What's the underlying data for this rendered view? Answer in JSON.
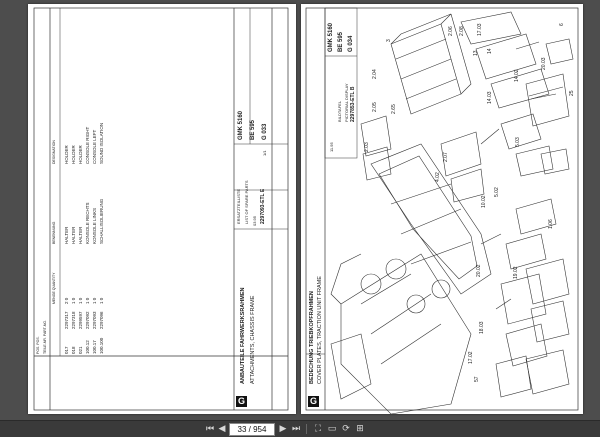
{
  "left_page": {
    "header_labels": [
      "POS. POS.",
      "TEILE-NR. PART-NO.",
      "MENGE QUANTITY",
      "BENENNUNG",
      "DESIGNATION"
    ],
    "rows": [
      {
        "pos": "017",
        "part": "2297317",
        "qty": "2 0",
        "de": "HALTER",
        "en": "HOLDER"
      },
      {
        "pos": "018",
        "part": "2297318",
        "qty": "1 0",
        "de": "HALTER",
        "en": "HOLDER"
      },
      {
        "pos": "021",
        "part": "2299597",
        "qty": "1 0",
        "de": "HALTER",
        "en": "HOLDER"
      },
      {
        "pos": "100.12",
        "part": "2297092",
        "qty": "1 0",
        "de": "KONSOLE RECHTS",
        "en": "CONSOLE RIGHT"
      },
      {
        "pos": "100.17",
        "part": "2297093",
        "qty": "1 0",
        "de": "KONSOLE LINKS",
        "en": "CONSOLE LEFT"
      },
      {
        "pos": "100.100",
        "part": "2297096",
        "qty": "1 0",
        "de": "SCHALLISOLIERUNG",
        "en": "SOUND ISOLATION"
      }
    ],
    "title_de": "ANBAUTEILE FAHRWERKSRAHMEN",
    "title_en": "ATTACHMENTS, CHASSIS FRAME",
    "tb_list_de": "ERSATZTEILLISTE",
    "tb_list_en": "LIST OF SPARE PARTS",
    "tb_doc": "2297093-ETL  E",
    "tb_date": "03.95",
    "tb_sheet": "1/1",
    "tb_model": "GMK 5160",
    "tb_variant": "BE 595",
    "tb_group": "G 033"
  },
  "right_page": {
    "title_de": "BEDECHUNG TRIEBKOPFRAHMEN",
    "title_en": "COVER PLATES, TRACTION UNIT FRAME",
    "tb_list_de": "BILDTAFEL",
    "tb_list_en": "PICTORIAL DISPLAY",
    "tb_doc": "2297853-ETL  B",
    "tb_date": "11.95",
    "tb_model": "GMK 5160",
    "tb_variant": "BE 595",
    "tb_group": "G 034",
    "callouts": [
      "2.06",
      "2.08",
      "17.03",
      "2.05",
      "2.04",
      "3",
      "14",
      "13",
      "2.65",
      "20.03",
      "14.02",
      "14.03",
      "4.02",
      "2.03",
      "2.07",
      "5.03",
      "5.02",
      "10.02",
      "1.06",
      "20.02",
      "19.02",
      "17.02",
      "18.03",
      "57",
      "25",
      "6"
    ]
  },
  "toolbar": {
    "first_icon": "⏮",
    "prev_icon": "◀",
    "current_page": "33 / 954",
    "next_icon": "▶",
    "last_icon": "⏭",
    "zoom_icon": "⛶",
    "fit_icon": "▭",
    "rotate_icon": "⟳",
    "thumb_icon": "⊞"
  }
}
